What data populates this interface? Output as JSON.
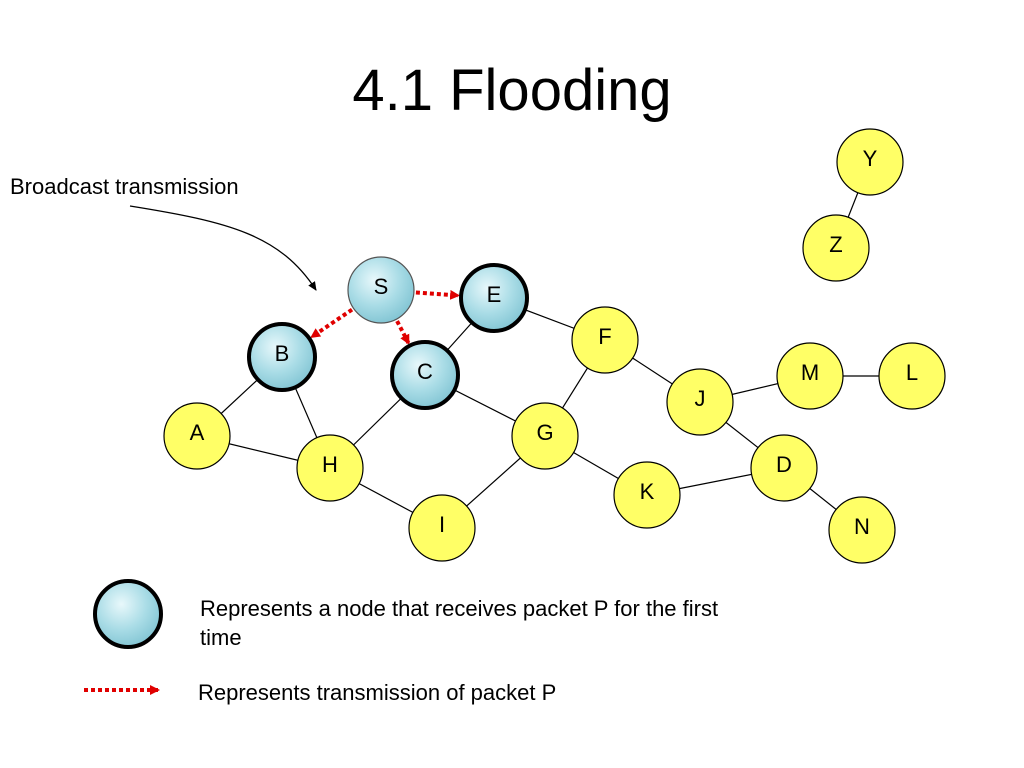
{
  "title": "4.1 Flooding",
  "annotation": "Broadcast transmission",
  "legend": {
    "node_text": "Represents a node that receives packet P for the first time",
    "edge_text": "Represents transmission of packet P"
  },
  "colors": {
    "plain_node_fill": "#ffff66",
    "received_node_fill": "#a9dce6",
    "transmission": "#e00000",
    "edge": "#000000"
  },
  "nodes": [
    {
      "id": "S",
      "label": "S",
      "state": "source"
    },
    {
      "id": "E",
      "label": "E",
      "state": "received"
    },
    {
      "id": "B",
      "label": "B",
      "state": "received"
    },
    {
      "id": "C",
      "label": "C",
      "state": "received"
    },
    {
      "id": "A",
      "label": "A",
      "state": "plain"
    },
    {
      "id": "H",
      "label": "H",
      "state": "plain"
    },
    {
      "id": "I",
      "label": "I",
      "state": "plain"
    },
    {
      "id": "G",
      "label": "G",
      "state": "plain"
    },
    {
      "id": "F",
      "label": "F",
      "state": "plain"
    },
    {
      "id": "K",
      "label": "K",
      "state": "plain"
    },
    {
      "id": "J",
      "label": "J",
      "state": "plain"
    },
    {
      "id": "M",
      "label": "M",
      "state": "plain"
    },
    {
      "id": "L",
      "label": "L",
      "state": "plain"
    },
    {
      "id": "D",
      "label": "D",
      "state": "plain"
    },
    {
      "id": "N",
      "label": "N",
      "state": "plain"
    },
    {
      "id": "Y",
      "label": "Y",
      "state": "plain"
    },
    {
      "id": "Z",
      "label": "Z",
      "state": "plain"
    }
  ],
  "edges": [
    [
      "A",
      "B"
    ],
    [
      "A",
      "H"
    ],
    [
      "B",
      "H"
    ],
    [
      "H",
      "C"
    ],
    [
      "C",
      "E"
    ],
    [
      "C",
      "G"
    ],
    [
      "H",
      "I"
    ],
    [
      "I",
      "G"
    ],
    [
      "G",
      "F"
    ],
    [
      "E",
      "F"
    ],
    [
      "G",
      "K"
    ],
    [
      "F",
      "J"
    ],
    [
      "J",
      "M"
    ],
    [
      "M",
      "L"
    ],
    [
      "J",
      "D"
    ],
    [
      "K",
      "D"
    ],
    [
      "D",
      "N"
    ],
    [
      "Y",
      "Z"
    ]
  ],
  "transmissions": [
    [
      "S",
      "E"
    ],
    [
      "S",
      "B"
    ],
    [
      "S",
      "C"
    ]
  ]
}
